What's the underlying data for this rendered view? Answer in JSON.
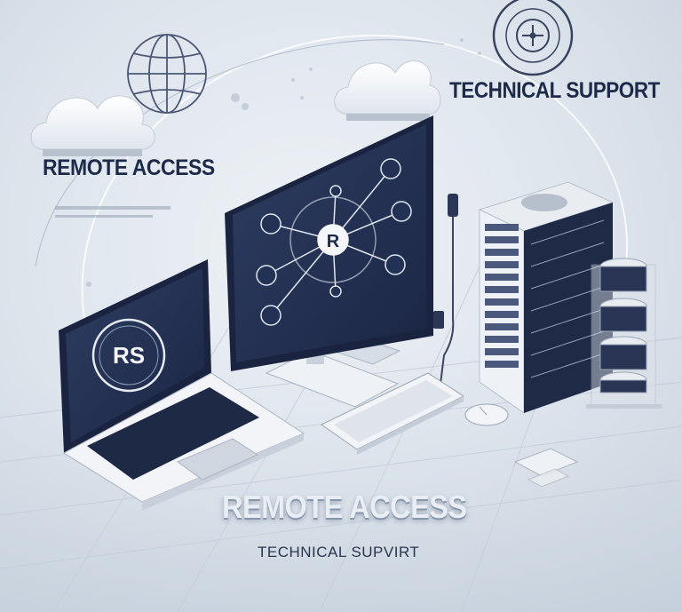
{
  "labels": {
    "remote_access_top": "REMOTE ACCESS",
    "technical_support_top": "TECHNICAL SUPPORT",
    "remote_access_main": "REMOTE ACCESS",
    "technical_support_bottom": "TECHNICAL SUPVIRT"
  },
  "laptop": {
    "screen_logo": "RS"
  },
  "monitor": {
    "hub_logo": "R"
  },
  "colors": {
    "navy": "#1d2a4a",
    "screen": "#243253",
    "light": "#f4f6f9",
    "background": "#dde4ec"
  },
  "icons": [
    "globe-icon",
    "cloud-icon",
    "target-icon",
    "server-tower",
    "storage-stack",
    "keyboard",
    "mouse",
    "laptop",
    "monitor",
    "network-diagram"
  ]
}
